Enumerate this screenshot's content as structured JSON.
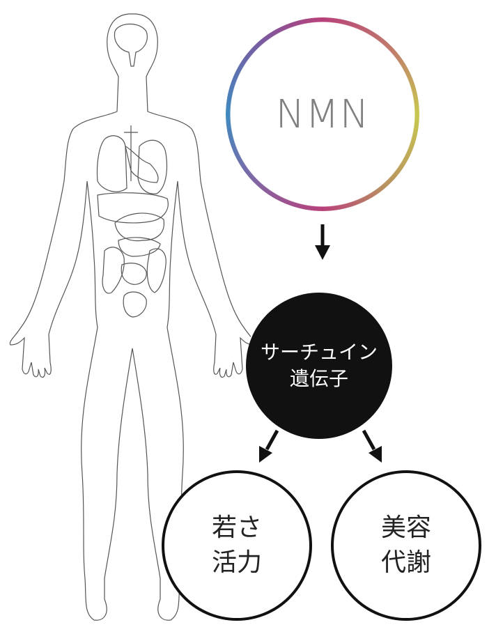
{
  "nmn": {
    "label": "NMN"
  },
  "sirtuin": {
    "line1": "サーチュイン",
    "line2": "遺伝子"
  },
  "effect_left": {
    "line1": "若さ",
    "line2": "活力"
  },
  "effect_right": {
    "line1": "美容",
    "line2": "代謝"
  },
  "colors": {
    "ring_blue": "#3f8ac0",
    "ring_magenta": "#b8407a",
    "ring_yellow": "#c8c850",
    "black": "#111111"
  }
}
